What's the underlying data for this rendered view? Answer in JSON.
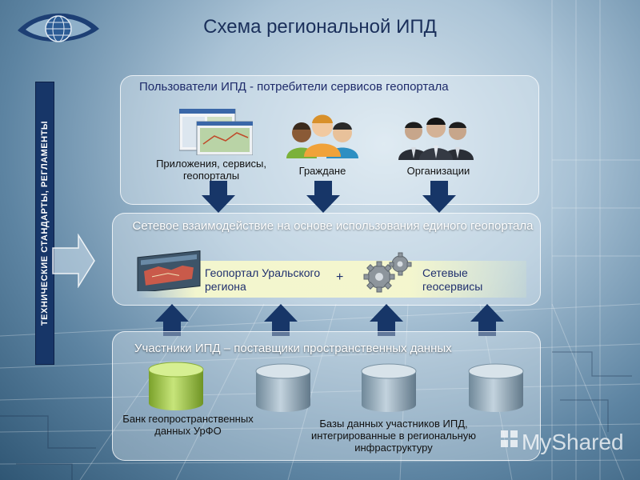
{
  "title": "Схема региональной ИПД",
  "side_label": "ТЕХНИЧЕСКИЕ СТАНДАРТЫ, РЕГЛАМЕНТЫ",
  "top_panel": {
    "title": "Пользователи ИПД - потребители сервисов геопортала",
    "items": [
      {
        "label": "Приложения, сервисы, геопорталы",
        "icon": "app-screens-icon"
      },
      {
        "label": "Граждане",
        "icon": "people-icon"
      },
      {
        "label": "Организации",
        "icon": "businessmen-icon"
      }
    ]
  },
  "middle_panel": {
    "title": "Сетевое взаимодействие на основе использования единого геопортала",
    "geoportal": "Геопортал Уральского региона",
    "plus": "+",
    "services": "Сетевые геосервисы"
  },
  "bottom_panel": {
    "title": "Участники ИПД – поставщики пространственных данных",
    "bank_label": "Банк геопространственных данных УрФО",
    "db_label": "Базы данных участников ИПД, интегрированные в региональную инфраструктуру"
  },
  "watermark": "MyShared",
  "colors": {
    "arrow": "#173668",
    "title": "#1a2f5a",
    "panel_text": "#1f2f6e",
    "bank_cylinder": "#a8cc4a",
    "db_cylinder": "#8fa9bb"
  }
}
